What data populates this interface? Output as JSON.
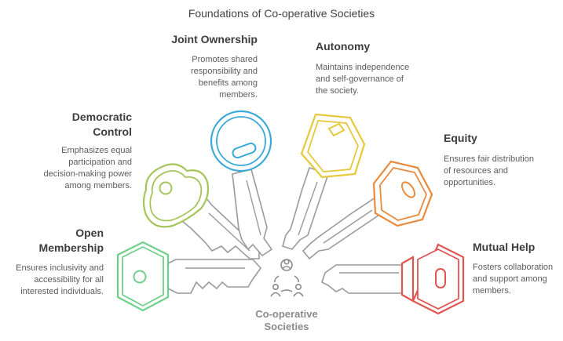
{
  "title": "Foundations of Co-operative Societies",
  "center": {
    "line1": "Co-operative",
    "line2": "Societies",
    "icon": "people-network-icon"
  },
  "keys": [
    {
      "id": "open-membership",
      "title_line1": "Open",
      "title_line2": "Membership",
      "desc_lines": [
        "Ensures inclusivity and",
        "accessibility for all",
        "interested individuals."
      ],
      "color": "#6fd08c"
    },
    {
      "id": "democratic-control",
      "title_line1": "Democratic",
      "title_line2": "Control",
      "desc_lines": [
        "Emphasizes equal",
        "participation and",
        "decision-making power",
        "among members."
      ],
      "color": "#a4c55a"
    },
    {
      "id": "joint-ownership",
      "title_line1": "Joint Ownership",
      "title_line2": "",
      "desc_lines": [
        "Promotes shared",
        "responsibility and",
        "benefits among",
        "members."
      ],
      "color": "#3aa8d8"
    },
    {
      "id": "autonomy",
      "title_line1": "Autonomy",
      "title_line2": "",
      "desc_lines": [
        "Maintains independence",
        "and self-governance of",
        "the society."
      ],
      "color": "#e6c83a"
    },
    {
      "id": "equity",
      "title_line1": "Equity",
      "title_line2": "",
      "desc_lines": [
        "Ensures fair distribution",
        "of resources and",
        "opportunities."
      ],
      "color": "#e98a3c"
    },
    {
      "id": "mutual-help",
      "title_line1": "Mutual Help",
      "title_line2": "",
      "desc_lines": [
        "Fosters collaboration",
        "and support among",
        "members."
      ],
      "color": "#e0554f"
    }
  ]
}
